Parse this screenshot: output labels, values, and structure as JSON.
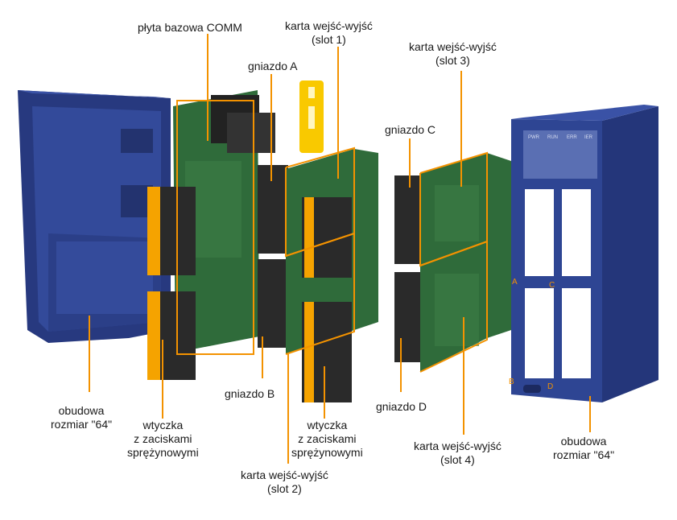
{
  "labels": {
    "comm_board": "płyta bazowa COMM",
    "slot1_line1": "karta wejść-wyjść",
    "slot1_line2": "(slot 1)",
    "socket_a": "gniazdo A",
    "slot3_line1": "karta wejść-wyjść",
    "slot3_line2": "(slot 3)",
    "socket_c": "gniazdo C",
    "housing_left_line1": "obudowa",
    "housing_left_line2": "rozmiar \"64\"",
    "plug_left_line1": "wtyczka",
    "plug_left_line2": "z zaciskami",
    "plug_left_line3": "sprężynowymi",
    "socket_b": "gniazdo B",
    "plug_mid_line1": "wtyczka",
    "plug_mid_line2": "z zaciskami",
    "plug_mid_line3": "sprężynowymi",
    "socket_d": "gniazdo D",
    "slot2_line1": "karta wejść-wyjść",
    "slot2_line2": "(slot 2)",
    "slot4_line1": "karta wejść-wyjść",
    "slot4_line2": "(slot 4)",
    "housing_right_line1": "obudowa",
    "housing_right_line2": "rozmiar \"64\""
  },
  "front_panel": {
    "led_pwr": "PWR",
    "led_run": "RUN",
    "led_err": "ERR",
    "led_ier": "IER",
    "marker_a": "A",
    "marker_b": "B",
    "marker_c": "C",
    "marker_d": "D"
  },
  "colors": {
    "housing_blue": "#2e4593",
    "housing_dark": "#1f2f6b",
    "leader_orange": "#f39200",
    "pcb_green": "#2f6b3a",
    "connector_black": "#2a2a2a",
    "terminal_orange": "#f5a300",
    "key_yellow": "#f9c900"
  }
}
